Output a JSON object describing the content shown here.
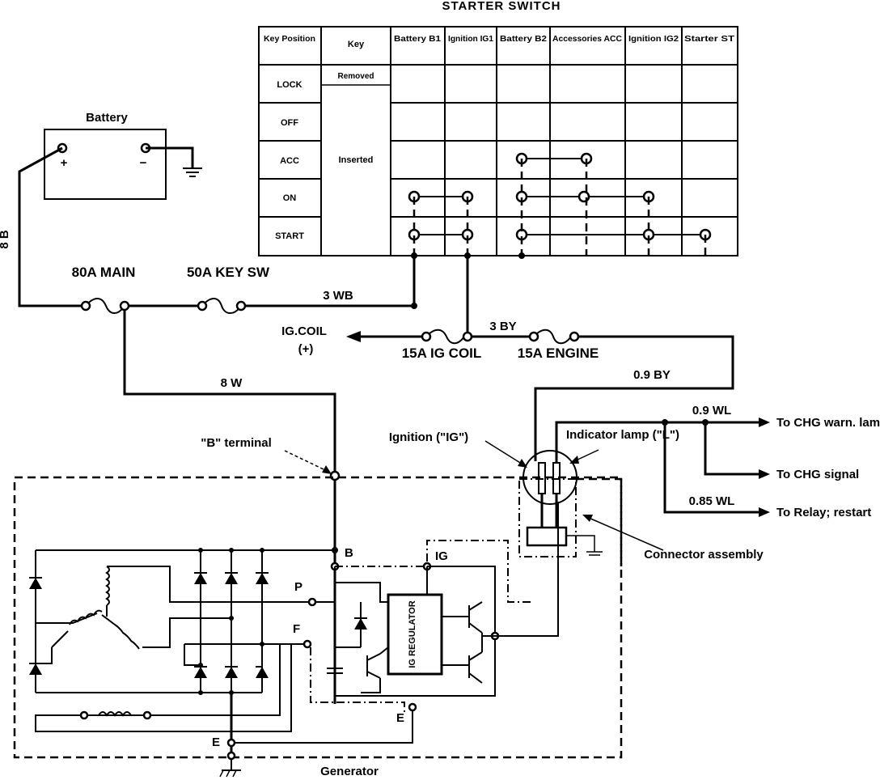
{
  "title": "STARTER SWITCH",
  "table": {
    "headers": [
      "Key Position",
      "Key",
      "Battery B1",
      "Ignition IG1",
      "Battery B2",
      "Accessories ACC",
      "Ignition IG2",
      "Starter ST"
    ],
    "rows": [
      {
        "position": "LOCK",
        "key": "Removed"
      },
      {
        "position": "OFF",
        "key": ""
      },
      {
        "position": "ACC",
        "key": "Inserted"
      },
      {
        "position": "ON",
        "key": ""
      },
      {
        "position": "START",
        "key": ""
      }
    ]
  },
  "labels": {
    "battery": "Battery",
    "battery_pos": "+",
    "battery_neg": "−",
    "wire_battery": "8 B",
    "fuse_main": "80A MAIN",
    "fuse_keysw": "50A KEY SW",
    "wire_3wb": "3 WB",
    "ig_coil": "IG.COIL",
    "ig_coil_plus": "(+)",
    "wire_3by": "3 BY",
    "fuse_igcoil": "15A IG COIL",
    "fuse_engine": "15A ENGINE",
    "wire_09by": "0.9 BY",
    "wire_8w": "8 W",
    "b_terminal": "\"B\" terminal",
    "ignition_ig": "Ignition (\"IG\")",
    "indicator_lamp": "Indicator lamp (\"L\")",
    "wire_09wl": "0.9 WL",
    "to_chg_warn": "To CHG warn. lamp",
    "to_chg_signal": "To CHG signal",
    "wire_085wl": "0.85 WL",
    "to_relay": "To Relay; restart",
    "connector_assembly": "Connector assembly",
    "term_b": "B",
    "term_ig": "IG",
    "term_p": "P",
    "term_f": "F",
    "term_e1": "E",
    "term_e2": "E",
    "ig_regulator": "IG REGULATOR",
    "generator": "Generator"
  }
}
